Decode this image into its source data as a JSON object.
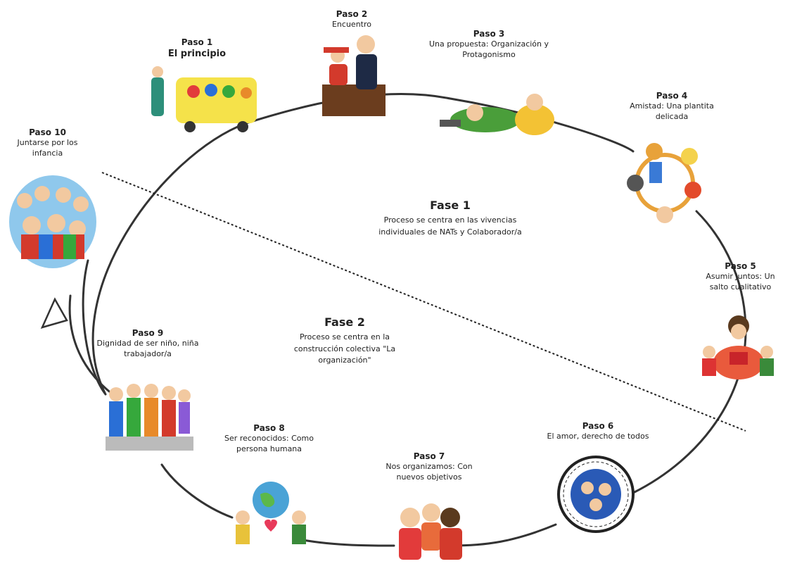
{
  "steps": [
    {
      "num": "Paso 1",
      "title": "El principio"
    },
    {
      "num": "Paso 2",
      "title": "Encuentro"
    },
    {
      "num": "Paso 3",
      "title": "Una propuesta: Organización y Protagonismo"
    },
    {
      "num": "Paso 4",
      "title": "Amistad: Una plantita delicada"
    },
    {
      "num": "Paso 5",
      "title": "Asumir Juntos: Un salto cualitativo"
    },
    {
      "num": "Paso 6",
      "title": "El amor, derecho de todos"
    },
    {
      "num": "Paso 7",
      "title": "Nos organizamos: Con nuevos objetivos"
    },
    {
      "num": "Paso 8",
      "title": "Ser reconocidos: Como persona humana"
    },
    {
      "num": "Paso 9",
      "title": "Dignidad de ser niño, niña trabajador/a"
    },
    {
      "num": "Paso 10",
      "title": "Juntarse por los infancia"
    }
  ],
  "phases": [
    {
      "title": "Fase 1",
      "desc": "Proceso se centra en las vivencias individuales de NATs y Colaborador/a"
    },
    {
      "title": "Fase 2",
      "desc": "Proceso se centra en la construcción colectiva \"La organización\""
    }
  ],
  "colors": {
    "cycle_line": "#333333",
    "divider": "#222222",
    "arrow": "#333333"
  },
  "icons": [
    "children-on-bus-illustration",
    "man-and-child-sitting-illustration",
    "children-lying-drawing-illustration",
    "children-holding-hands-circle-illustration",
    "teacher-with-children-reading-illustration",
    "world-children-rights-badge-icon",
    "children-whispering-illustration",
    "children-holding-globe-heart-illustration",
    "group-of-working-children-illustration",
    "crowd-of-children-globe-illustration"
  ]
}
